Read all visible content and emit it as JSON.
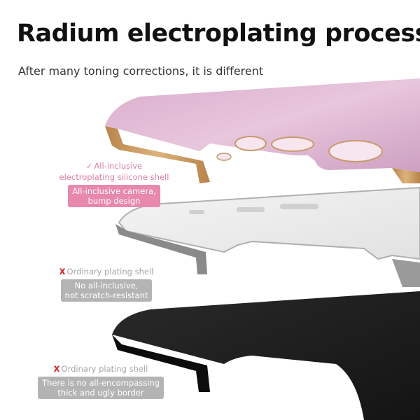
{
  "header": {
    "title": "Radium electroplating process",
    "subtitle": "After many toning corrections, it is different"
  },
  "labels": [
    {
      "mark_icon": "check-icon",
      "mark": "✓",
      "heading_line1": "All-inclusive",
      "heading_line2": "electroplating silicone shell",
      "badge_line1": "All-inclusive camera,",
      "badge_line2": "bump design",
      "accent_color": "#e888ad"
    },
    {
      "mark_icon": "cross-icon",
      "mark": "X",
      "heading_line1": "Ordinary plating shell",
      "badge_line1": "No all-inclusive,",
      "badge_line2": "not scratch-resistant",
      "accent_color": "#b4b4b4"
    },
    {
      "mark_icon": "cross-icon",
      "mark": "X",
      "heading_line1": "Ordinary plating shell",
      "badge_line1": "There is no all-encompassing",
      "badge_line2": "thick and ugly border",
      "accent_color": "#b4b4b4"
    }
  ],
  "colors": {
    "pink_shell": "#dcb3d0",
    "gold_edge": "#c8965c",
    "clear_shell": "#eeeeee",
    "black_shell": "#1e1e1e",
    "cross_mark": "#d42020",
    "check_mark": "#e07ea5"
  }
}
